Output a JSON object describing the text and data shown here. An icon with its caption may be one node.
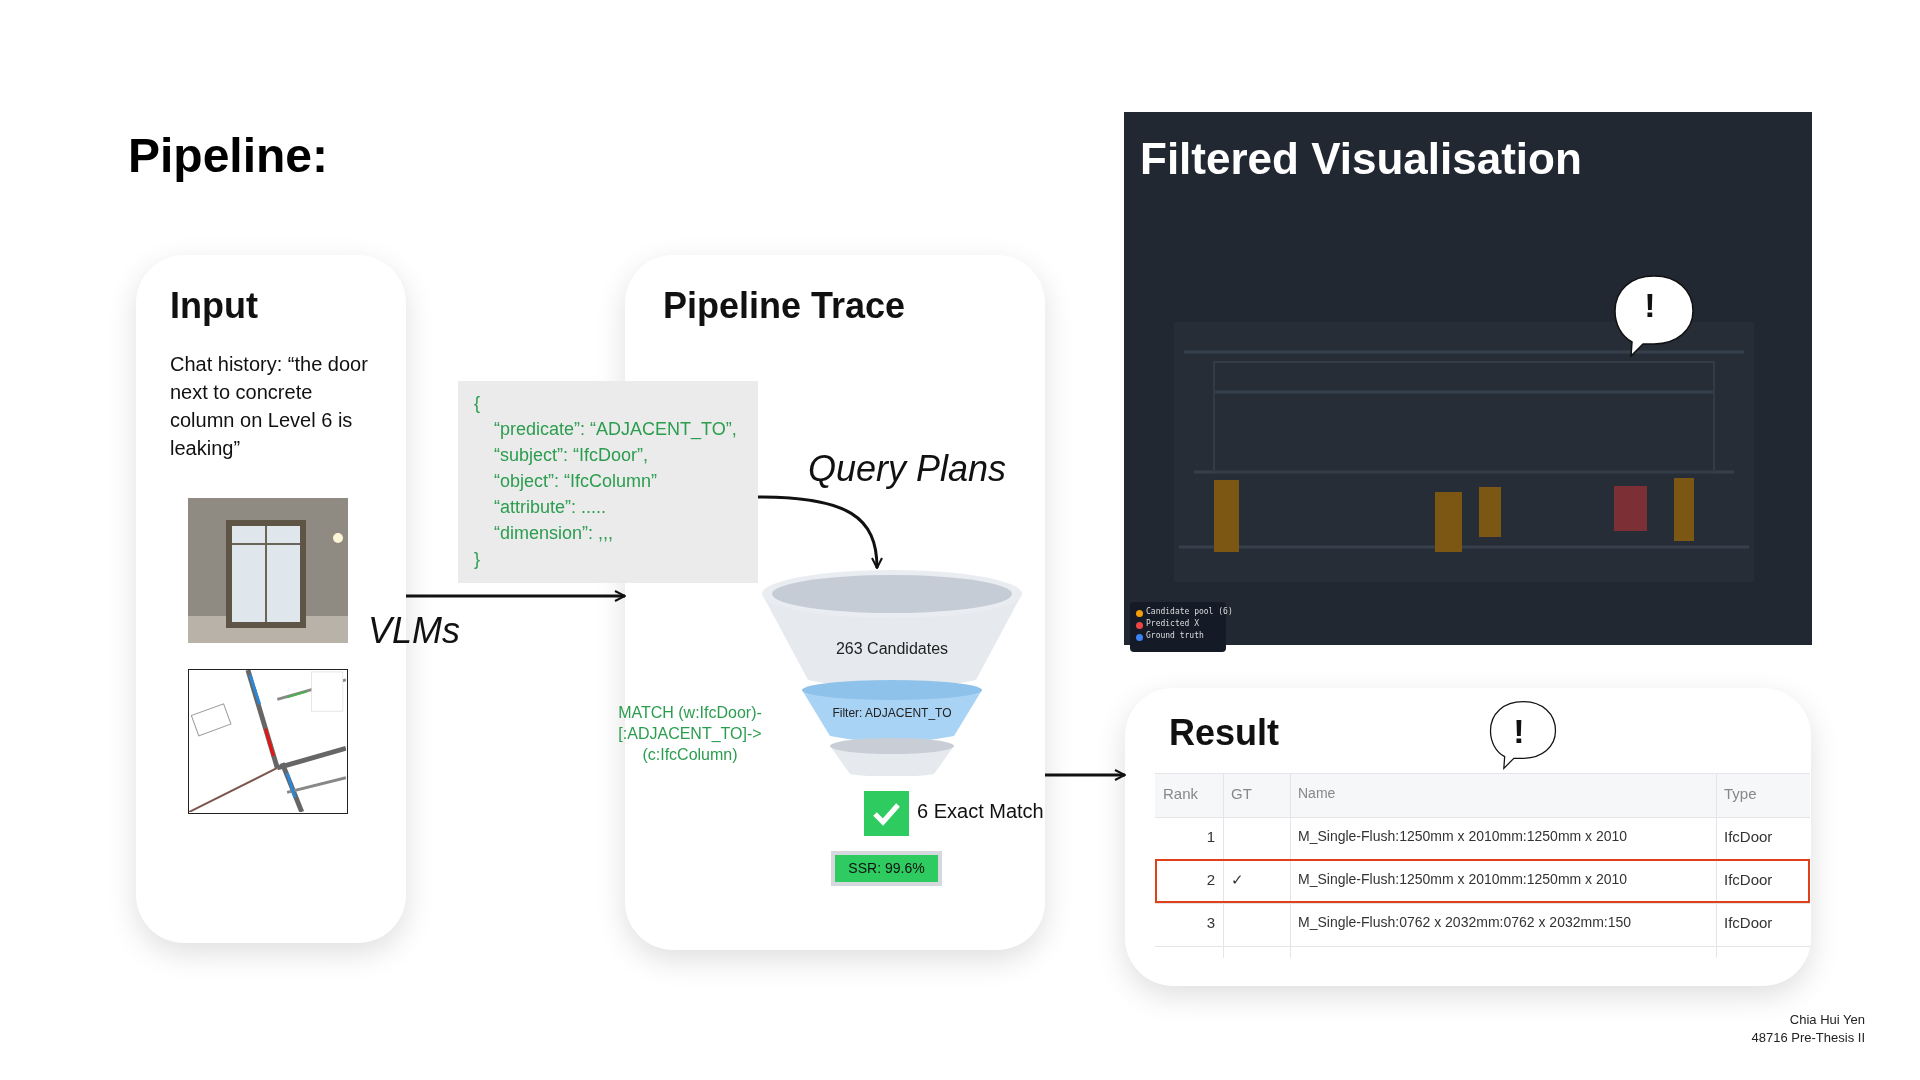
{
  "diagram": {
    "title": "Pipeline:",
    "nodes": [
      {
        "text": [
          "Input",
          "Chat history: “the door next to concrete column on Level 6 is leaking”"
        ]
      },
      {
        "text": [],
        "shape": "picture",
        "in": 0
      },
      {
        "text": [],
        "shape": "picture",
        "in": 0
      },
      {
        "text": [
          "Pipeline Trace"
        ]
      },
      {
        "text": [
          "{",
          "“predicate”: “ADJACENT_TO”,",
          "“subject”: “IfcDoor”,",
          "“object”: “IfcColumn”",
          "“attribute”: .....",
          "“dimension”: ,,,",
          "}"
        ]
      },
      {
        "text": [
          "263 Candidates",
          "Filter: ADJACENT_TO"
        ],
        "in": 3,
        "beside": [
          "MATCH (w:IfcDoor)-[:ADJACENT_TO]->(c:IfcColumn)"
        ]
      },
      {
        "text": [
          "Filtered Visualisation"
        ]
      },
      {
        "text": [
          "!"
        ],
        "in": 6
      },
      {
        "text": [
          "Result"
        ]
      },
      {
        "text": [
          "!"
        ],
        "in": 8
      }
    ],
    "edges": [
      {
        "from": 0,
        "to": 3,
        "arrow": "to",
        "label": "VLMs"
      },
      {
        "from": 4,
        "to": 5,
        "arrow": "to",
        "label": "Query Plans"
      },
      {
        "from": 3,
        "to": 8,
        "arrow": "to"
      }
    ],
    "labels": [
      "Rank",
      "GT",
      "Name",
      "Type",
      "1",
      "M_Single-Flush:1250mm x 2010mm:1250mm x 2010",
      "IfcDoor",
      "2",
      "✓",
      "M_Single-Flush:1250mm x 2010mm:1250mm x 2010",
      "IfcDoor",
      "3",
      "M_Single-Flush:0762 x 2032mm:0762 x 2032mm:150",
      "IfcDoor",
      "6 Exact Match",
      "SSR: 99.6%",
      "Chia Hui Yen",
      "48716 Pre-Thesis II"
    ],
    "legend": [
      {
        "text": "Candidate pool (6)",
        "color": "#f59e0b"
      },
      {
        "text": "Predicted X",
        "color": "#ef4444"
      },
      {
        "text": "Ground truth",
        "color": "#3b82f6"
      }
    ]
  }
}
